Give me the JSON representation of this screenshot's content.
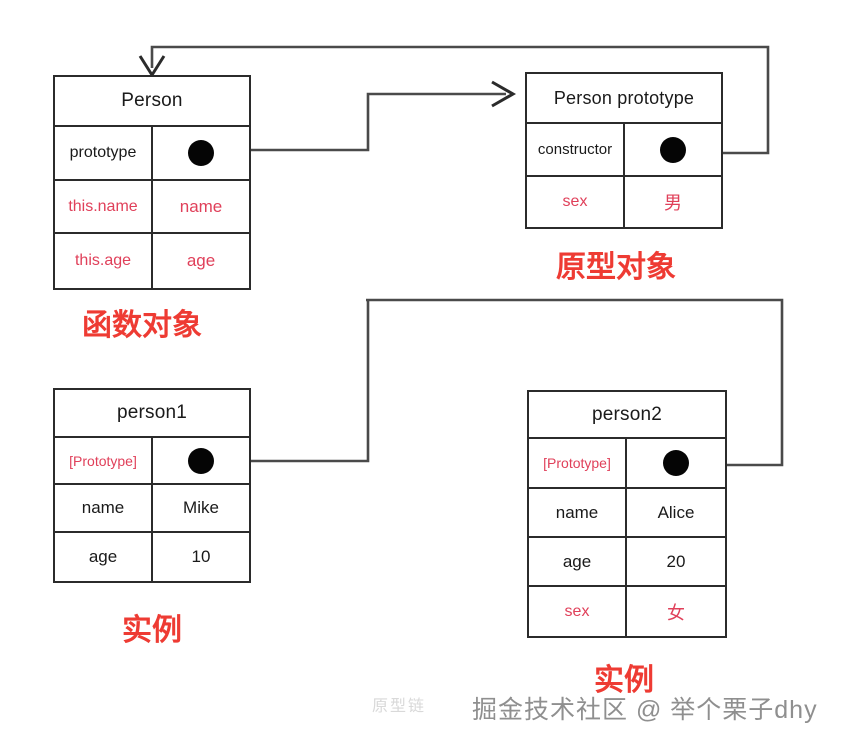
{
  "diagram": {
    "title": "JavaScript prototype chain diagram",
    "colors": {
      "red_text": "#e0405a",
      "caption_red": "#ee3b33",
      "line": "#4a4a4a",
      "border": "#2b2b2b",
      "dot": "#050505",
      "watermark": "#8f8f8f"
    },
    "tables": [
      {
        "id": "person",
        "title": "Person",
        "caption": "函数对象",
        "rows": [
          {
            "key": "prototype",
            "key_color": "black",
            "value": "",
            "value_kind": "dot"
          },
          {
            "key": "this.name",
            "key_color": "red",
            "value": "name",
            "value_kind": "text",
            "value_color": "red"
          },
          {
            "key": "this.age",
            "key_color": "red",
            "value": "age",
            "value_kind": "text",
            "value_color": "red"
          }
        ]
      },
      {
        "id": "person-prototype",
        "title": "Person prototype",
        "caption": "原型对象",
        "rows": [
          {
            "key": "constructor",
            "key_color": "black",
            "value": "",
            "value_kind": "dot"
          },
          {
            "key": "sex",
            "key_color": "red",
            "value": "男",
            "value_kind": "text",
            "value_color": "red"
          }
        ]
      },
      {
        "id": "person1",
        "title": "person1",
        "caption": "实例",
        "rows": [
          {
            "key": "[Prototype]",
            "key_color": "red",
            "value": "",
            "value_kind": "dot"
          },
          {
            "key": "name",
            "key_color": "black",
            "value": "Mike",
            "value_kind": "text",
            "value_color": "black"
          },
          {
            "key": "age",
            "key_color": "black",
            "value": "10",
            "value_kind": "text",
            "value_color": "black"
          }
        ]
      },
      {
        "id": "person2",
        "title": "person2",
        "caption": "实例",
        "rows": [
          {
            "key": "[Prototype]",
            "key_color": "red",
            "value": "",
            "value_kind": "dot"
          },
          {
            "key": "name",
            "key_color": "black",
            "value": "Alice",
            "value_kind": "text",
            "value_color": "black"
          },
          {
            "key": "age",
            "key_color": "black",
            "value": "20",
            "value_kind": "text",
            "value_color": "black"
          },
          {
            "key": "sex",
            "key_color": "red",
            "value": "女",
            "value_kind": "text",
            "value_color": "red"
          }
        ]
      }
    ],
    "connections": [
      {
        "from": "person.prototype",
        "to": "person-prototype",
        "style": "arrow"
      },
      {
        "from": "person-prototype.constructor",
        "to": "person",
        "style": "arrow"
      },
      {
        "from": "person1.[Prototype]",
        "to": "person-prototype",
        "style": "line"
      },
      {
        "from": "person2.[Prototype]",
        "to": "person-prototype",
        "style": "line"
      }
    ],
    "footer": {
      "ghost_label": "原型链",
      "watermark": "掘金技术社区 @ 举个栗子dhy"
    }
  }
}
